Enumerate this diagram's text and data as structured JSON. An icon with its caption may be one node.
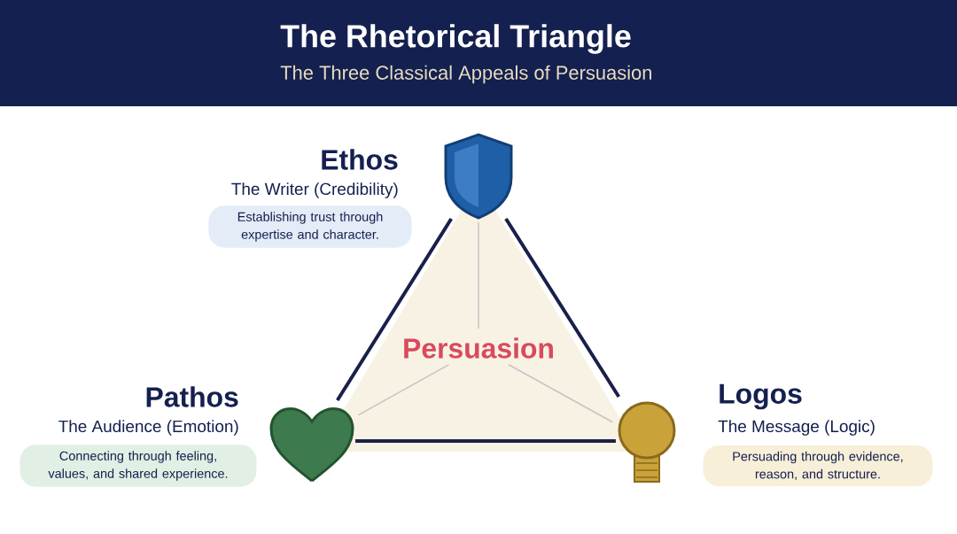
{
  "diagram": {
    "title": "The Rhetorical Triangle",
    "nodes": [
      {
        "text": [
          "Ethos",
          "The Writer (Credibility)",
          "Establishing trust through expertise and character."
        ]
      },
      {
        "text": [],
        "shape": "shield"
      },
      {
        "text": [
          "Persuasion"
        ]
      },
      {
        "text": [
          "Pathos",
          "The Audience (Emotion)",
          "Connecting through feeling, values, and shared experience."
        ]
      },
      {
        "text": [],
        "shape": "heart"
      },
      {
        "text": [
          "Logos",
          "The Message (Logic)",
          "Persuading through evidence, reason, and structure."
        ]
      },
      {
        "text": [],
        "shape": "lightbulb"
      }
    ],
    "edges": [
      {
        "from": 2,
        "to": 1,
        "arrow": "none",
        "color": "#c4c4c4"
      },
      {
        "from": 2,
        "to": 4,
        "arrow": "none",
        "color": "#c4c4c4"
      },
      {
        "from": 2,
        "to": 6,
        "arrow": "none",
        "color": "#c4c4c4"
      },
      {
        "from": 1,
        "to": 4,
        "arrow": "none",
        "style": "thick",
        "color": "#1a1f4a"
      },
      {
        "from": 4,
        "to": 6,
        "arrow": "none",
        "style": "thick",
        "color": "#1a1f4a"
      },
      {
        "from": 6,
        "to": 1,
        "arrow": "none",
        "style": "thick",
        "color": "#1a1f4a"
      }
    ],
    "labels": [
      "The Three Classical Appeals of Persuasion"
    ]
  }
}
